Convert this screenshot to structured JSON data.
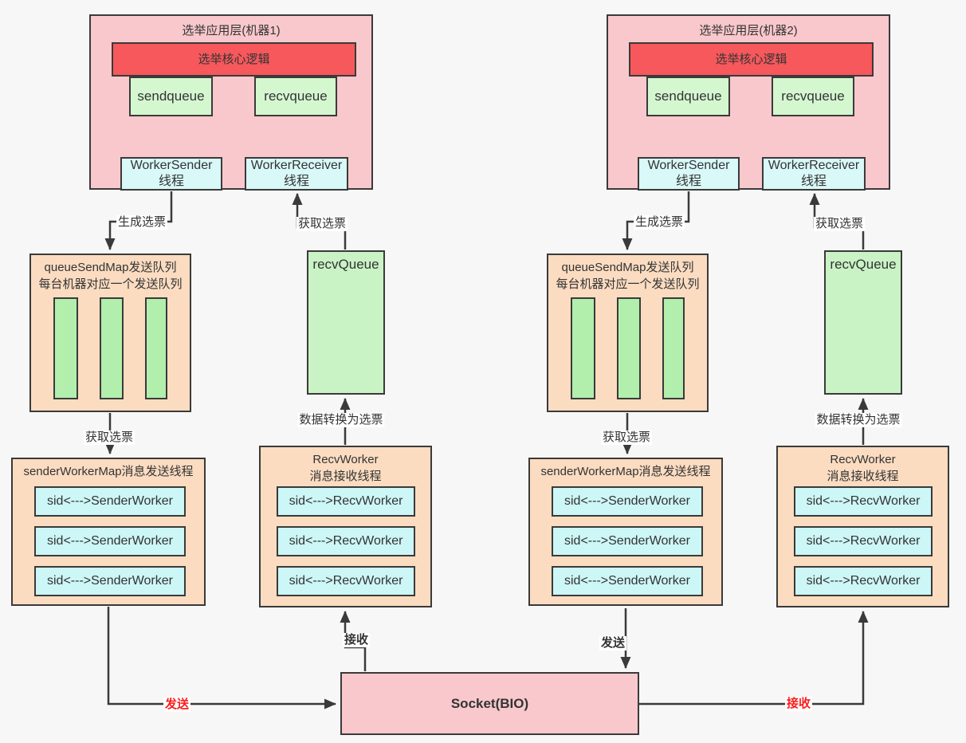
{
  "background": "#f7f7f7",
  "palette": {
    "bg": "#f7f7f7",
    "line": "#3a3a3a",
    "pink": "#f9c8cc",
    "red": "#f6585c",
    "green_light": "#d4f7d0",
    "green_big": "#c9f3c5",
    "green_bar": "#b2efad",
    "cyan": "#d9f8f8",
    "cyan_row": "#cdf6f6",
    "peach": "#fbdcc1",
    "red_label": "#fb1d1d"
  },
  "machines": [
    {
      "title": "选举应用层(机器1)",
      "core_logic": "选举核心逻辑",
      "sendqueue": "sendqueue",
      "recvqueue": "recvqueue",
      "worker_sender": "WorkerSender",
      "worker_sender_sub": "线程",
      "worker_receiver": "WorkerReceiver",
      "worker_receiver_sub": "线程",
      "label_generate_vote": "生成选票",
      "label_fetch_vote_top": "获取选票",
      "queue_send_map_title": "queueSendMap发送队列",
      "queue_send_map_subtitle": "每台机器对应一个发送队列",
      "recv_queue": "recvQueue",
      "label_fetch_vote_mid": "获取选票",
      "label_convert_to_vote": "数据转换为选票",
      "sender_worker_map_title": "senderWorkerMap消息发送线程",
      "sender_rows": [
        "sid<--->SenderWorker",
        "sid<--->SenderWorker",
        "sid<--->SenderWorker"
      ],
      "recv_worker_title": "RecvWorker",
      "recv_worker_subtitle": "消息接收线程",
      "recv_rows": [
        "sid<--->RecvWorker",
        "sid<--->RecvWorker",
        "sid<--->RecvWorker"
      ]
    },
    {
      "title": "选举应用层(机器2)",
      "core_logic": "选举核心逻辑",
      "sendqueue": "sendqueue",
      "recvqueue": "recvqueue",
      "worker_sender": "WorkerSender",
      "worker_sender_sub": "线程",
      "worker_receiver": "WorkerReceiver",
      "worker_receiver_sub": "线程",
      "label_generate_vote": "生成选票",
      "label_fetch_vote_top": "获取选票",
      "queue_send_map_title": "queueSendMap发送队列",
      "queue_send_map_subtitle": "每台机器对应一个发送队列",
      "recv_queue": "recvQueue",
      "label_fetch_vote_mid": "获取选票",
      "label_convert_to_vote": "数据转换为选票",
      "sender_worker_map_title": "senderWorkerMap消息发送线程",
      "sender_rows": [
        "sid<--->SenderWorker",
        "sid<--->SenderWorker",
        "sid<--->SenderWorker"
      ],
      "recv_worker_title": "RecvWorker",
      "recv_worker_subtitle": "消息接收线程",
      "recv_rows": [
        "sid<--->RecvWorker",
        "sid<--->RecvWorker",
        "sid<--->RecvWorker"
      ]
    }
  ],
  "socket": {
    "label": "Socket(BIO)",
    "m1_receive_up_label": "接收",
    "m2_send_down_label": "发送",
    "m1_send_line_label": "发送",
    "m2_receive_line_label": "接收"
  }
}
